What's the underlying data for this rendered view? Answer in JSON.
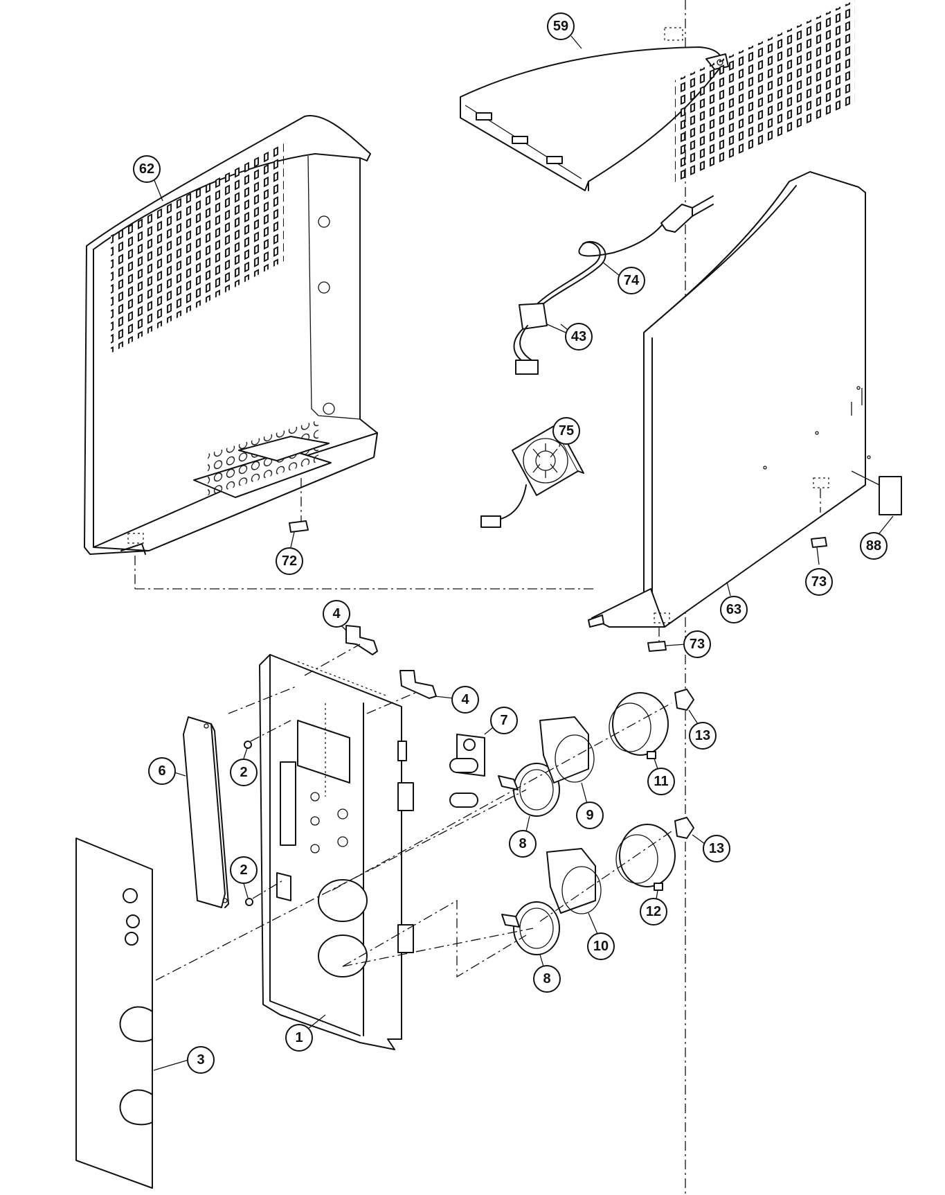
{
  "callouts": {
    "c59": "59",
    "c62": "62",
    "c74": "74",
    "c43": "43",
    "c75": "75",
    "c72": "72",
    "c88": "88",
    "c73a": "73",
    "c63": "63",
    "c73b": "73",
    "c4a": "4",
    "c4b": "4",
    "c7": "7",
    "c13a": "13",
    "c6": "6",
    "c2a": "2",
    "c11": "11",
    "c9": "9",
    "c8a": "8",
    "c13b": "13",
    "c2b": "2",
    "c12": "12",
    "c10": "10",
    "c8b": "8",
    "c1": "1",
    "c3": "3"
  }
}
